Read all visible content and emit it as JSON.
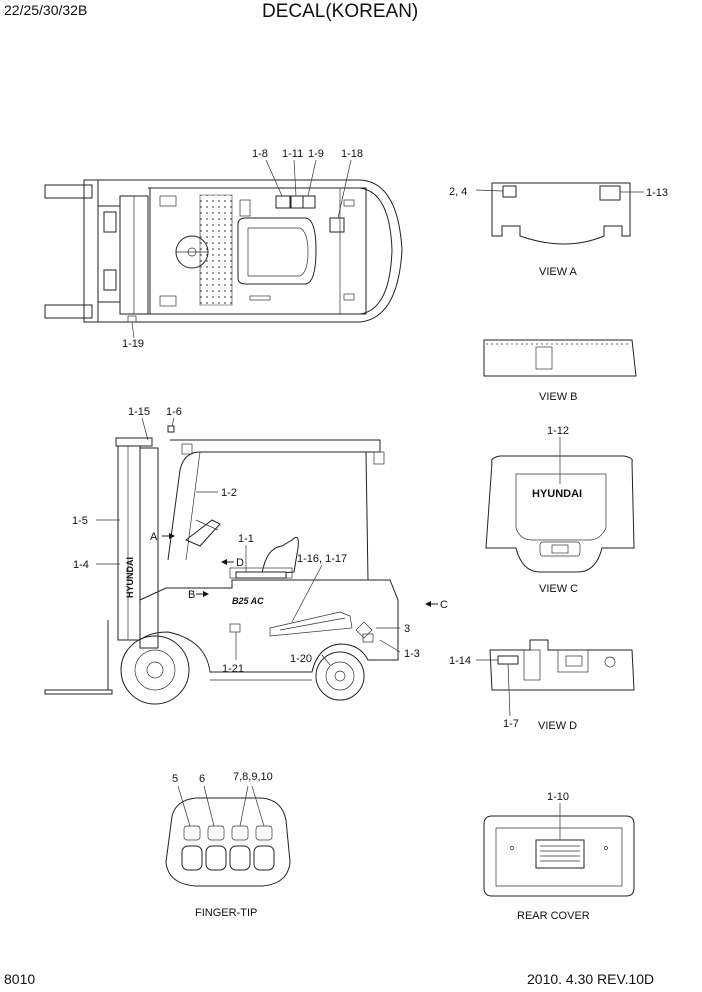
{
  "header": {
    "model": "22/25/30/32B",
    "title": "DECAL(KOREAN)"
  },
  "footer": {
    "page": "8010",
    "date_rev": "2010. 4.30  REV.10D"
  },
  "labels": {
    "top_1_8": "1-8",
    "top_1_11": "1-11",
    "top_1_9": "1-9",
    "top_1_18": "1-18",
    "top_1_19": "1-19",
    "va_2_4": "2, 4",
    "va_1_13": "1-13",
    "side_1_15": "1-15",
    "side_1_6": "1-6",
    "side_1_2": "1-2",
    "side_1_5": "1-5",
    "side_1_4": "1-4",
    "side_1_1": "1-1",
    "side_1_16_17": "1-16, 1-17",
    "side_3": "3",
    "side_1_3": "1-3",
    "side_1_20": "1-20",
    "side_1_21": "1-21",
    "arrow_a": "A",
    "arrow_b": "B",
    "arrow_c": "C",
    "arrow_d": "D",
    "vc_1_12": "1-12",
    "vd_1_14": "1-14",
    "vd_1_7": "1-7",
    "ft_5": "5",
    "ft_6": "6",
    "ft_7_10": "7,8,9,10",
    "rc_1_10": "1-10"
  },
  "brand": {
    "mast_text": "HYUNDAI",
    "hood_text": "HYUNDAI",
    "model_badge": "B25 AC"
  },
  "views": {
    "view_a": "VIEW A",
    "view_b": "VIEW B",
    "view_c": "VIEW C",
    "view_d": "VIEW D",
    "finger_tip": "FINGER-TIP",
    "rear_cover": "REAR COVER"
  }
}
